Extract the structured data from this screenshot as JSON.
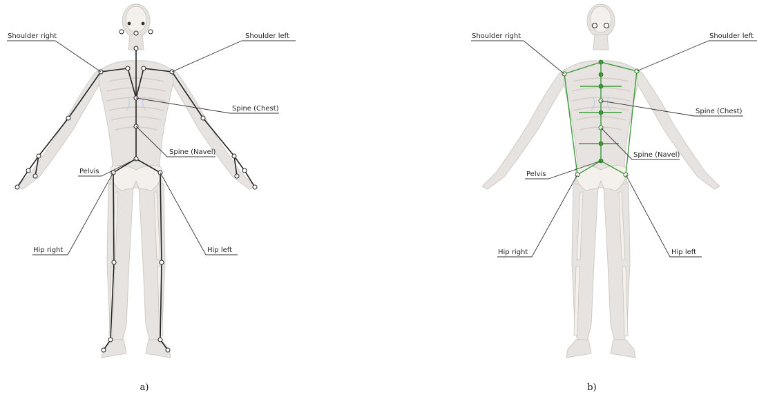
{
  "panels": [
    {
      "id": "a",
      "caption": "a)",
      "labels": {
        "shoulder_right": "Shoulder right",
        "shoulder_left": "Shoulder left",
        "spine_chest": "Spine (Chest)",
        "spine_navel": "Spine (Navel)",
        "pelvis": "Pelvis",
        "hip_right": "Hip right",
        "hip_left": "Hip left"
      }
    },
    {
      "id": "b",
      "caption": "b)",
      "labels": {
        "shoulder_right": "Shoulder right",
        "shoulder_left": "Shoulder left",
        "spine_chest": "Spine (Chest)",
        "spine_navel": "Spine (Navel)",
        "pelvis": "Pelvis",
        "hip_right": "Hip right",
        "hip_left": "Hip left"
      }
    }
  ],
  "colors": {
    "skeleton_a": "#222222",
    "skeleton_b": "#3f9b3a",
    "body": "#e6e3e0"
  }
}
